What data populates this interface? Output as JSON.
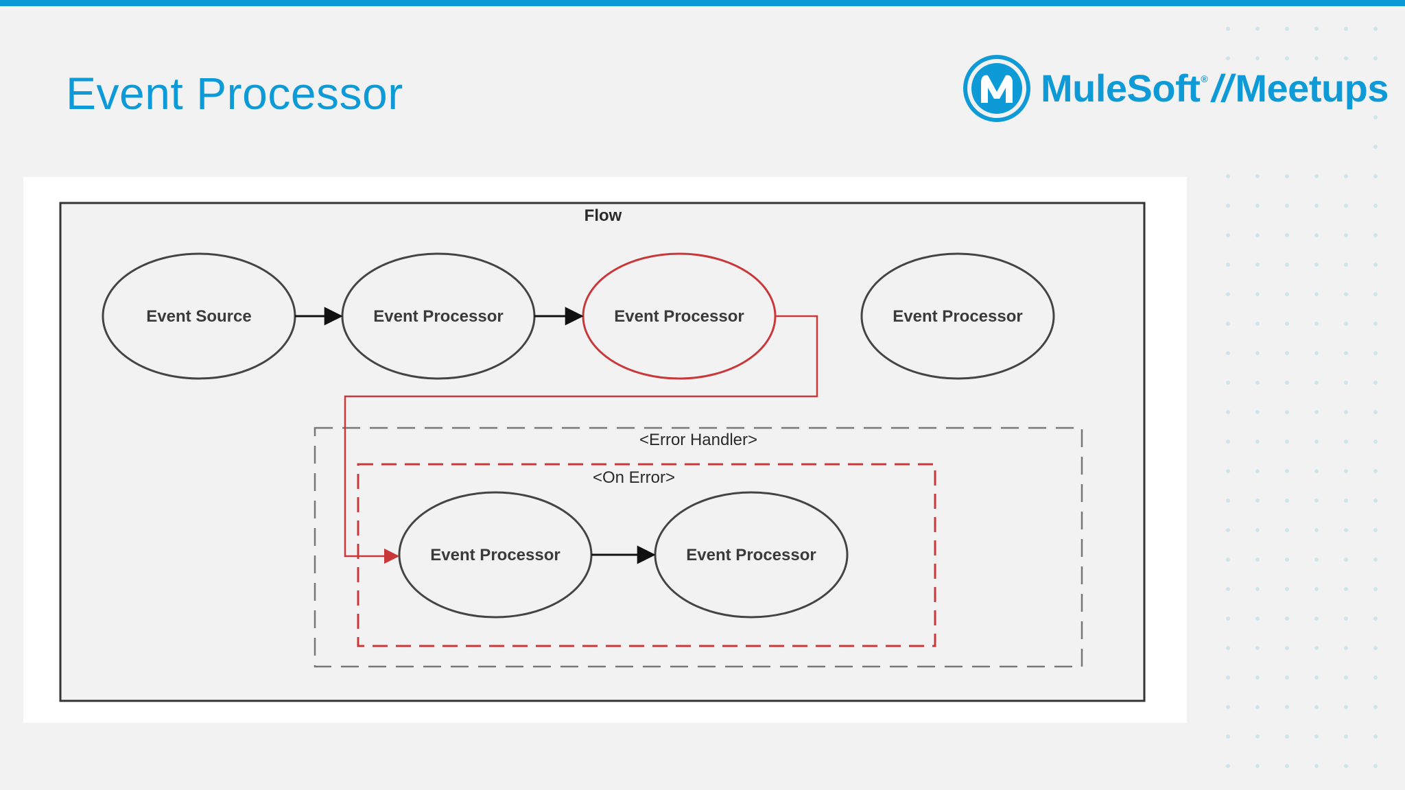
{
  "slide": {
    "title": "Event Processor"
  },
  "logo": {
    "brand": "MuleSoft",
    "registered_mark": "®",
    "separator": "//",
    "product": "Meetups",
    "icon": "mulesoft-m-icon"
  },
  "colors": {
    "accent": "#0e9ad7",
    "error_path": "#c8383b",
    "node_stroke": "#444444",
    "container_stroke": "#333333",
    "handler_dash": "#777777",
    "dot_grid": "#cfe5ec"
  },
  "diagram": {
    "flow_label": "Flow",
    "error_handler_label": "<Error Handler>",
    "on_error_label": "<On Error>",
    "nodes": {
      "event_source": "Event Source",
      "processor_1": "Event Processor",
      "processor_failing": "Event Processor",
      "processor_4": "Event Processor",
      "error_processor_1": "Event Processor",
      "error_processor_2": "Event Processor"
    }
  }
}
